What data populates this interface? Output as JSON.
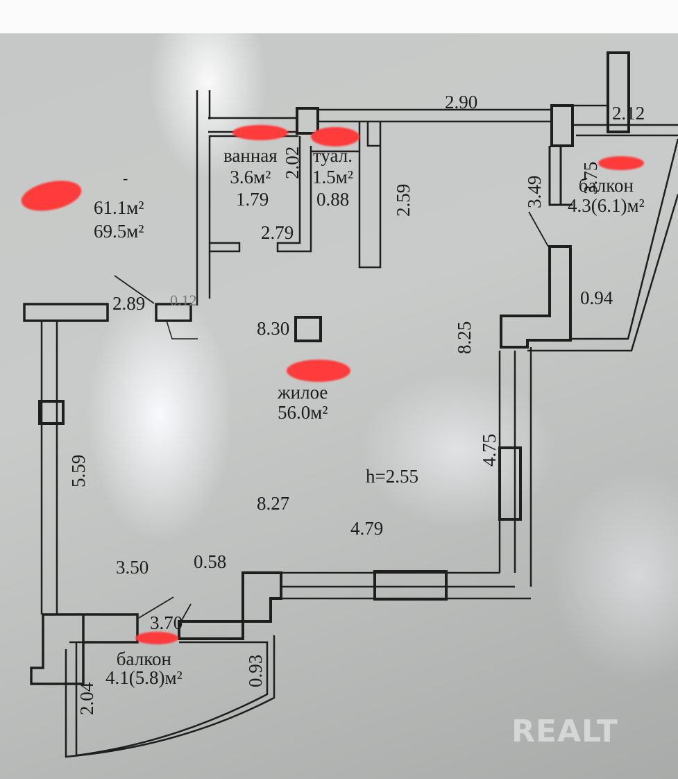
{
  "plan": {
    "summary": {
      "living_area": "61.1м²",
      "total_area": "69.5м²",
      "dash": "-"
    },
    "rooms": {
      "bathroom": {
        "name": "ванная",
        "area": "3.6м²"
      },
      "toilet": {
        "name": "туал.",
        "area": "1.5м²"
      },
      "living": {
        "name": "жилое",
        "area": "56.0м²"
      },
      "balcony_right": {
        "name": "балкон",
        "area": "4.3(6.1)м²"
      },
      "balcony_left": {
        "name": "балкон",
        "area": "4.1(5.8)м²"
      }
    },
    "ceiling_height": "h=2.55",
    "dimensions": {
      "d_2_02": "2.02",
      "d_1_79": "1.79",
      "d_0_88": "0.88",
      "d_2_79": "2.79",
      "d_2_59": "2.59",
      "d_2_90": "2.90",
      "d_2_12": "2.12",
      "d_3_49": "3.49",
      "d_3_75": "3.75",
      "d_0_94": "0.94",
      "d_2_89": "2.89",
      "d_0_12": "0.12",
      "d_8_30": "8.30",
      "d_8_25": "8.25",
      "d_4_75": "4.75",
      "d_5_59": "5.59",
      "d_8_27": "8.27",
      "d_4_79": "4.79",
      "d_3_50": "3.50",
      "d_0_58": "0.58",
      "d_3_70": "3.70",
      "d_0_93": "0.93",
      "d_2_04": "2.04"
    },
    "redaction_color": "#ff3b3b"
  },
  "watermark": {
    "text": "REALT",
    "color": "#d6d6d6"
  }
}
